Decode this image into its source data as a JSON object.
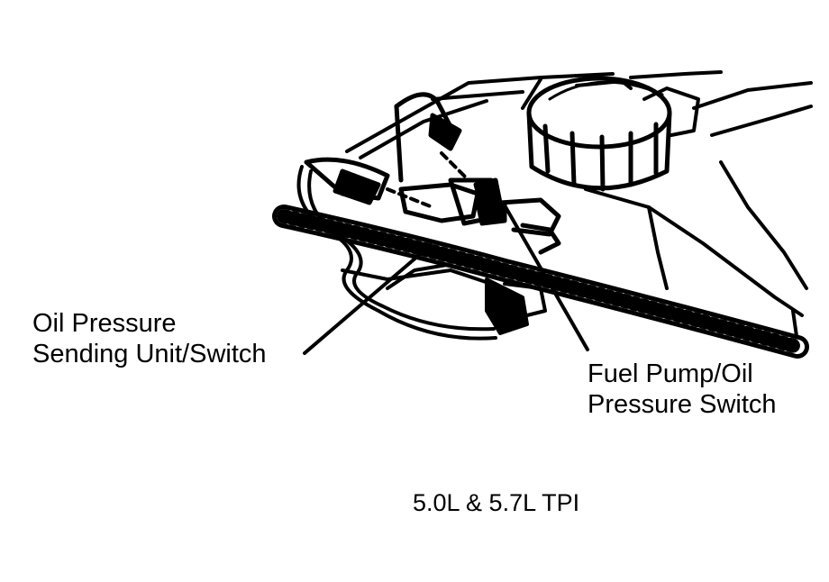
{
  "labels": {
    "oil_pressure_sending": {
      "line1": "Oil Pressure",
      "line2": "Sending Unit/Switch"
    },
    "fuel_pump_switch": {
      "line1": "Fuel Pump/Oil",
      "line2": "Pressure Switch"
    }
  },
  "caption": "5.0L & 5.7L TPI",
  "colors": {
    "ink": "#000000",
    "paper": "#ffffff"
  }
}
